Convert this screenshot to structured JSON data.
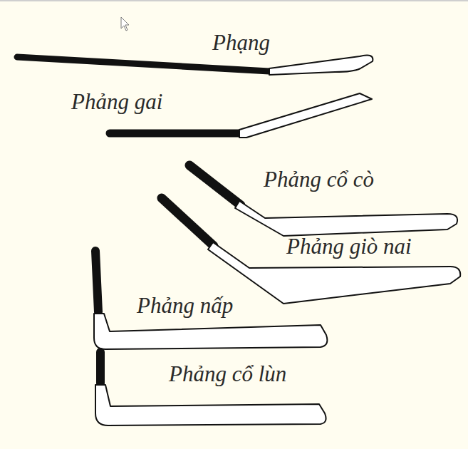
{
  "diagram": {
    "labels": [
      "Phạng",
      "Phảng gai",
      "Phảng cổ cò",
      "Phảng giò nai",
      "Phảng nấp",
      "Phảng cổ lùn"
    ]
  }
}
